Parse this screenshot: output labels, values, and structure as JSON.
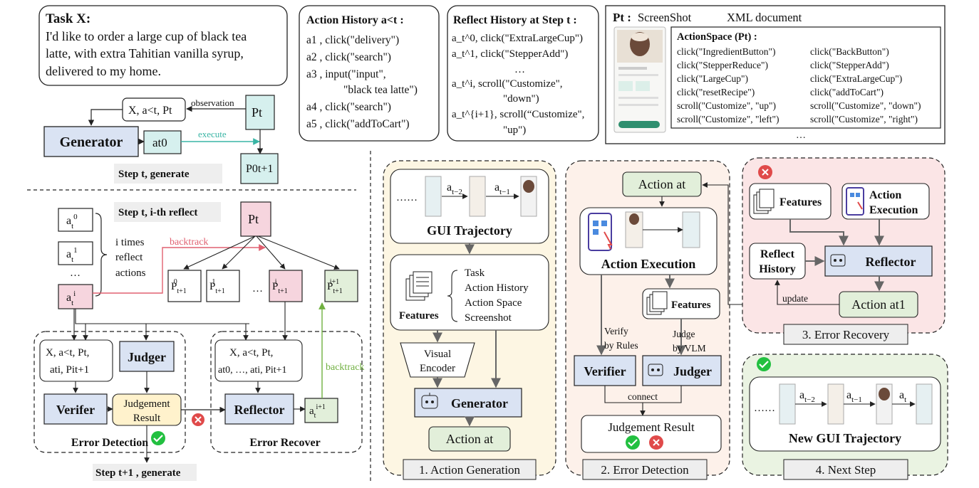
{
  "task": {
    "title": "Task X:",
    "lines": [
      "I'd like to order a large cup of black tea",
      "latte, with extra Tahitian vanilla syrup,",
      "delivered to my home."
    ]
  },
  "action_history": {
    "title": "Action History a<t :",
    "lines": [
      "a1 , click(\"delivery\")",
      "a2 , click(\"search\")",
      "a3 , input(\"input\",",
      "\"black tea latte\")",
      "a4 , click(\"search\")",
      "a5 , click(\"addToCart\")"
    ]
  },
  "reflect_history": {
    "title": "Reflect History at Step t :",
    "lines": [
      "a_t^0, click(\"ExtraLargeCup\")",
      "a_t^1, click(\"StepperAdd\")",
      "…",
      "a_t^i, scroll(\"Customize\",",
      "\"down\")",
      "a_t^{i+1}, scroll(“Customize\",",
      "\"up\")"
    ]
  },
  "pt_panel": {
    "title": "Pt :",
    "screenshot_label": "ScreenShot",
    "xml_label": "XML document",
    "action_space_title": "ActionSpace (Pt) :",
    "left_items": [
      "click(\"IngredientButton\")",
      "click(\"StepperReduce\")",
      "click(\"LargeCup\")",
      "click(\"resetRecipe\")",
      "scroll(\"Customize\", \"up\")",
      "scroll(\"Customize\", \"left\")"
    ],
    "right_items": [
      "click(\"BackButton\")",
      "click(\"StepperAdd\")",
      "click(\"ExtraLargeCup\")",
      "click(\"addToCart\")",
      "scroll(\"Customize\", \"down\")",
      "scroll(\"Customize\", \"right\")"
    ],
    "ellipsis": "…"
  },
  "generate": {
    "observation": "observation",
    "xa_pt": "X, a<t, Pt",
    "pt": "Pt",
    "generator": "Generator",
    "at0": "at0",
    "execute": "execute",
    "pt1": "P0t+1",
    "step": "Step t, generate"
  },
  "reflect": {
    "step": "Step t,  i-th reflect",
    "pt": "Pt",
    "i_times": "i times",
    "reflect_word": "reflect",
    "actions": "actions",
    "backtrack": "backtrack",
    "backtrack2": "backtrack",
    "ellipsis": "…",
    "ellipsis2": "…"
  },
  "detection": {
    "input1": "X, a<t, Pt,",
    "input2": "ati, Pit+1",
    "judger": "Judger",
    "verifier": "Verifer",
    "judgement1": "Judgement",
    "judgement2": "Result",
    "label": "Error Detection",
    "next_step": "Step t+1 , generate"
  },
  "recover": {
    "input1": "X, a<t, Pt,",
    "input2": "at0, …, ati, Pit+1",
    "reflector": "Reflector",
    "label": "Error Recover"
  },
  "pipeline": {
    "gen_sub": [
      "t−2",
      "t−1"
    ],
    "gui_trajectory": "GUI Trajectory",
    "features": "Features",
    "feature_items": [
      "Task",
      "Action History",
      "Action Space",
      "Screenshot"
    ],
    "visual_encoder": [
      "Visual",
      "Encoder"
    ],
    "generator": "Generator",
    "action": "Action at",
    "stage1": "1. Action Generation",
    "action_execution": "Action Execution",
    "features2": "Features",
    "verify": [
      "Verify",
      "by Rules"
    ],
    "judge": [
      "Judge",
      "by VLM"
    ],
    "verifier": "Verifier",
    "judger": "Judger",
    "connect": "connect",
    "judgement_result": "Judgement Result",
    "stage2": "2. Error Detection",
    "features3": "Features",
    "action_exec2": [
      "Action",
      "Execution"
    ],
    "reflect_history": [
      "Reflect",
      "History"
    ],
    "reflector": "Reflector",
    "update": "update",
    "action1": "Action at1",
    "stage3": "3. Error Recovery",
    "new_traj": "New GUI Trajectory",
    "stage4": "4. Next Step"
  },
  "colors": {
    "blue": "#dae3f3",
    "teal": "#d6f0ee",
    "pink": "#f6d5de",
    "green": "#e2efda",
    "yellow": "#fff2cc",
    "stage1_bg": "#fdf6e3",
    "stage2_bg": "#fdf1ea",
    "stage3_bg": "#fbe5e6",
    "stage4_bg": "#eaf3e2",
    "execute": "#3ab5a5",
    "backtrack_red": "#e06070",
    "backtrack_green": "#70b040"
  }
}
